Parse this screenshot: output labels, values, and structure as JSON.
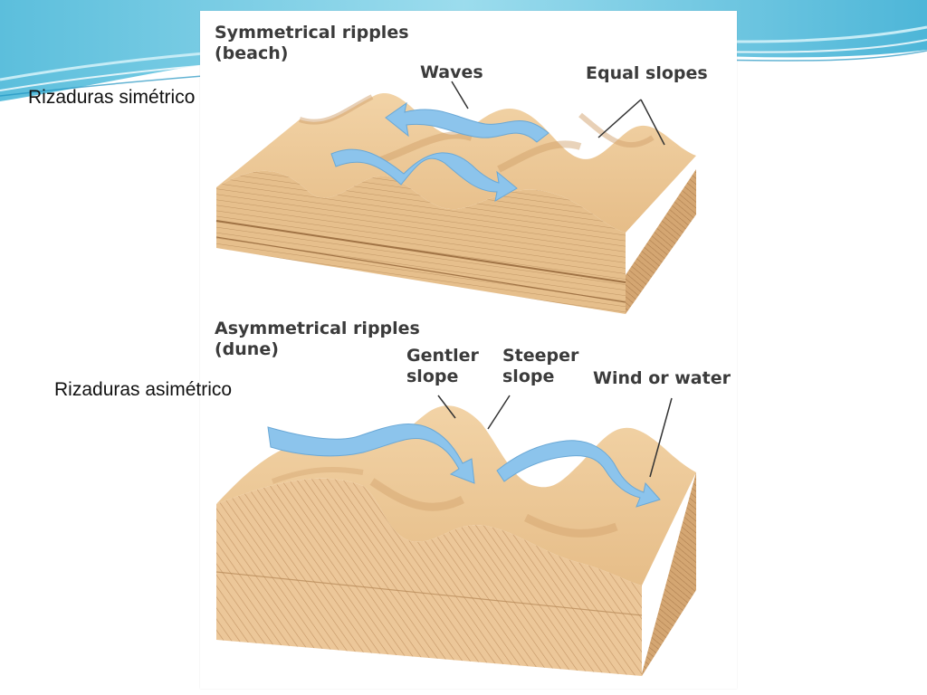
{
  "slide": {
    "label_top": "Rizaduras simétrico",
    "label_bottom": "Rizaduras asimétrico"
  },
  "figure": {
    "top_block": {
      "title_line1": "Symmetrical ripples",
      "title_line2": "(beach)",
      "waves_label": "Waves",
      "equal_slopes_label": "Equal slopes"
    },
    "bottom_block": {
      "title_line1": "Asymmetrical ripples",
      "title_line2": "(dune)",
      "gentler_line1": "Gentler",
      "gentler_line2": "slope",
      "steeper_line1": "Steeper",
      "steeper_line2": "slope",
      "wind_label": "Wind or water"
    }
  },
  "colors": {
    "sand_top": "#edc795",
    "sand_side": "#d9ae79",
    "sand_dark": "#c0905a",
    "arrow_blue": "#8cc4ec",
    "slide_accent": "#5bc3dc"
  }
}
